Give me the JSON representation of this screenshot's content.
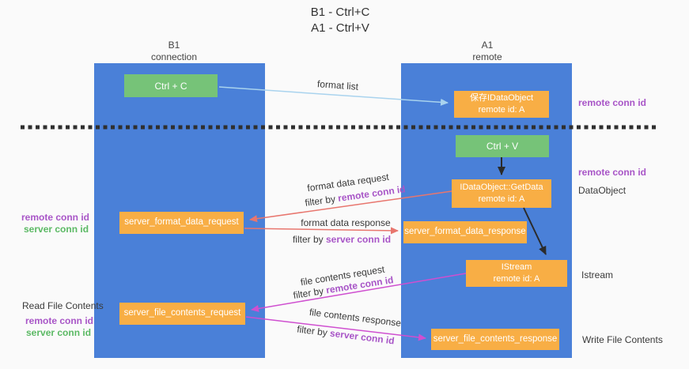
{
  "title": {
    "line1": "B1 - Ctrl+C",
    "line2": "A1 - Ctrl+V"
  },
  "lanes": {
    "left": {
      "name": "B1",
      "subtitle": "connection"
    },
    "right": {
      "name": "A1",
      "subtitle": "remote"
    }
  },
  "nodes": {
    "ctrl_c": "Ctrl + C",
    "ctrl_v": "Ctrl + V",
    "save_dataobject": {
      "line1": "保存IDataObject",
      "line2": "remote id: A"
    },
    "getdata": {
      "line1": "IDataObject::GetData",
      "line2": "remote id: A"
    },
    "istream": {
      "line1": "IStream",
      "line2": "remote id: A"
    },
    "server_format_data_request": "server_format_data_request",
    "server_format_data_response": "server_format_data_response",
    "server_file_contents_request": "server_file_contents_request",
    "server_file_contents_response": "server_file_contents_response"
  },
  "arrow_labels": {
    "format_list": "format list",
    "format_data_request": "format data request",
    "format_data_response": "format data response",
    "file_contents_request": "file contents request",
    "file_contents_response": "file contents response",
    "filter_by": "filter by ",
    "remote_conn_id": "remote conn id",
    "server_conn_id": "server conn id"
  },
  "side_labels": {
    "right": {
      "remote_conn_id_top": "remote conn id",
      "remote_conn_id_mid": "remote conn id",
      "dataobject": "DataObject",
      "istream": "Istream",
      "write_file_contents": "Write File Contents"
    },
    "left": {
      "remote_conn_id_mid": "remote conn id",
      "server_conn_id_mid": "server conn id",
      "read_file_contents": "Read File Contents",
      "remote_conn_id_bottom": "remote conn id",
      "server_conn_id_bottom": "server conn id"
    }
  },
  "colors": {
    "bg": "#fafafa",
    "column_blue": "#4a80d8",
    "node_green": "#76c378",
    "node_orange": "#f8ae45",
    "arrow_red": "#e8766e",
    "arrow_magenta": "#cf4fd0",
    "arrow_lightblue": "#a9d3ee",
    "arrow_black": "#2b2b2b",
    "label_purple": "#a855c7",
    "label_green": "#5bb964",
    "text_dark": "#3a3a3a",
    "dash_color": "#2f2f2f"
  }
}
